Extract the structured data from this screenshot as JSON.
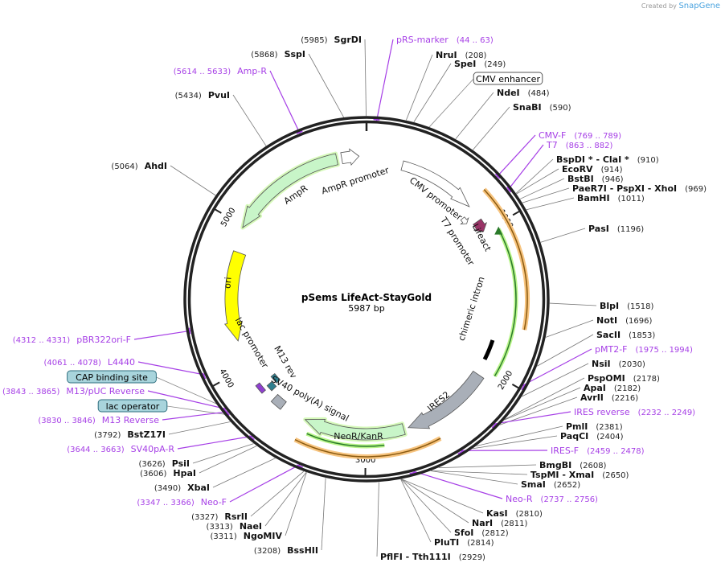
{
  "credit": {
    "prefix": "Created by",
    "brand": "SnapGene"
  },
  "plasmid": {
    "name": "pSems LifeAct-StayGold",
    "length_label": "5987 bp",
    "length": 5987
  },
  "ticks": [
    "1000",
    "2000",
    "3000",
    "4000",
    "5000"
  ],
  "colors": {
    "primer": "#a63fe6",
    "ring": "#222222",
    "orange": "#f7c47f",
    "green": "#c8f5c8",
    "yellow": "#ffff00",
    "gray": "#a9afb8",
    "lifeact": "#993366"
  },
  "features": [
    {
      "name": "AmpR promoter"
    },
    {
      "name": "AmpR"
    },
    {
      "name": "ori"
    },
    {
      "name": "CMV promoter"
    },
    {
      "name": "T7 promoter"
    },
    {
      "name": "Lifeact"
    },
    {
      "name": "chimeric intron"
    },
    {
      "name": "IRES2"
    },
    {
      "name": "NeoR/KanR"
    },
    {
      "name": "SV40 poly(A) signal"
    },
    {
      "name": "M13 rev"
    },
    {
      "name": "lac promoter"
    }
  ],
  "boxed_features": [
    {
      "name": "CMV enhancer"
    },
    {
      "name": "CAP binding site"
    },
    {
      "name": "lac operator"
    }
  ],
  "sites": [
    {
      "name": "SgrDI",
      "pos": "(5985)",
      "bp": 5985
    },
    {
      "name": "SspI",
      "pos": "(5868)",
      "bp": 5868
    },
    {
      "name": "Amp-R",
      "pos": "(5614 .. 5633)",
      "bp": 5623,
      "primer": true
    },
    {
      "name": "PvuI",
      "pos": "(5434)",
      "bp": 5434
    },
    {
      "name": "AhdI",
      "pos": "(5064)",
      "bp": 5064
    },
    {
      "name": "pRS-marker",
      "pos": "(44 .. 63)",
      "bp": 53,
      "primer": true
    },
    {
      "name": "NruI",
      "pos": "(208)",
      "bp": 208
    },
    {
      "name": "SpeI",
      "pos": "(249)",
      "bp": 249
    },
    {
      "name": "NdeI",
      "pos": "(484)",
      "bp": 484
    },
    {
      "name": "SnaBI",
      "pos": "(590)",
      "bp": 590
    },
    {
      "name": "CMV-F",
      "pos": "(769 .. 789)",
      "bp": 779,
      "primer": true
    },
    {
      "name": "T7",
      "pos": "(863 .. 882)",
      "bp": 872,
      "primer": true
    },
    {
      "name": "BspDI * - ClaI *",
      "pos": "(910)",
      "bp": 910
    },
    {
      "name": "EcoRV",
      "pos": "(914)",
      "bp": 914
    },
    {
      "name": "BstBI",
      "pos": "(946)",
      "bp": 946
    },
    {
      "name": "PaeR7I - PspXI - XhoI",
      "pos": "(969)",
      "bp": 969
    },
    {
      "name": "BamHI",
      "pos": "(1011)",
      "bp": 1011
    },
    {
      "name": "PasI",
      "pos": "(1196)",
      "bp": 1196
    },
    {
      "name": "BlpI",
      "pos": "(1518)",
      "bp": 1518
    },
    {
      "name": "NotI",
      "pos": "(1696)",
      "bp": 1696
    },
    {
      "name": "SacII",
      "pos": "(1853)",
      "bp": 1853
    },
    {
      "name": "pMT2-F",
      "pos": "(1975 .. 1994)",
      "bp": 1984,
      "primer": true
    },
    {
      "name": "NsiI",
      "pos": "(2030)",
      "bp": 2030
    },
    {
      "name": "PspOMI",
      "pos": "(2178)",
      "bp": 2178
    },
    {
      "name": "ApaI",
      "pos": "(2182)",
      "bp": 2182
    },
    {
      "name": "AvrII",
      "pos": "(2216)",
      "bp": 2216
    },
    {
      "name": "IRES reverse",
      "pos": "(2232 .. 2249)",
      "bp": 2240,
      "primer": true
    },
    {
      "name": "PmlI",
      "pos": "(2381)",
      "bp": 2381
    },
    {
      "name": "PaqCI",
      "pos": "(2404)",
      "bp": 2404
    },
    {
      "name": "IRES-F",
      "pos": "(2459 .. 2478)",
      "bp": 2468,
      "primer": true
    },
    {
      "name": "BmgBI",
      "pos": "(2608)",
      "bp": 2608
    },
    {
      "name": "TspMI - XmaI",
      "pos": "(2650)",
      "bp": 2650
    },
    {
      "name": "SmaI",
      "pos": "(2652)",
      "bp": 2652
    },
    {
      "name": "Neo-R",
      "pos": "(2737 .. 2756)",
      "bp": 2746,
      "primer": true
    },
    {
      "name": "KasI",
      "pos": "(2810)",
      "bp": 2810
    },
    {
      "name": "NarI",
      "pos": "(2811)",
      "bp": 2811
    },
    {
      "name": "SfoI",
      "pos": "(2812)",
      "bp": 2812
    },
    {
      "name": "PluTI",
      "pos": "(2814)",
      "bp": 2814
    },
    {
      "name": "PflFI - Tth111I",
      "pos": "(2929)",
      "bp": 2929
    },
    {
      "name": "BssHII",
      "pos": "(3208)",
      "bp": 3208
    },
    {
      "name": "NgoMIV",
      "pos": "(3311)",
      "bp": 3311
    },
    {
      "name": "NaeI",
      "pos": "(3313)",
      "bp": 3313
    },
    {
      "name": "RsrII",
      "pos": "(3327)",
      "bp": 3327
    },
    {
      "name": "Neo-F",
      "pos": "(3347 .. 3366)",
      "bp": 3356,
      "primer": true
    },
    {
      "name": "XbaI",
      "pos": "(3490)",
      "bp": 3490
    },
    {
      "name": "HpaI",
      "pos": "(3606)",
      "bp": 3606
    },
    {
      "name": "PsiI",
      "pos": "(3626)",
      "bp": 3626
    },
    {
      "name": "SV40pA-R",
      "pos": "(3644 .. 3663)",
      "bp": 3653,
      "primer": true
    },
    {
      "name": "BstZ17I",
      "pos": "(3792)",
      "bp": 3792
    },
    {
      "name": "M13 Reverse",
      "pos": "(3830 .. 3846)",
      "bp": 3838,
      "primer": true
    },
    {
      "name": "M13/pUC Reverse",
      "pos": "(3843 .. 3865)",
      "bp": 3854,
      "primer": true
    },
    {
      "name": "L4440",
      "pos": "(4061 .. 4078)",
      "bp": 4070,
      "primer": true
    },
    {
      "name": "pBR322ori-F",
      "pos": "(4312 .. 4331)",
      "bp": 4321,
      "primer": true
    }
  ]
}
